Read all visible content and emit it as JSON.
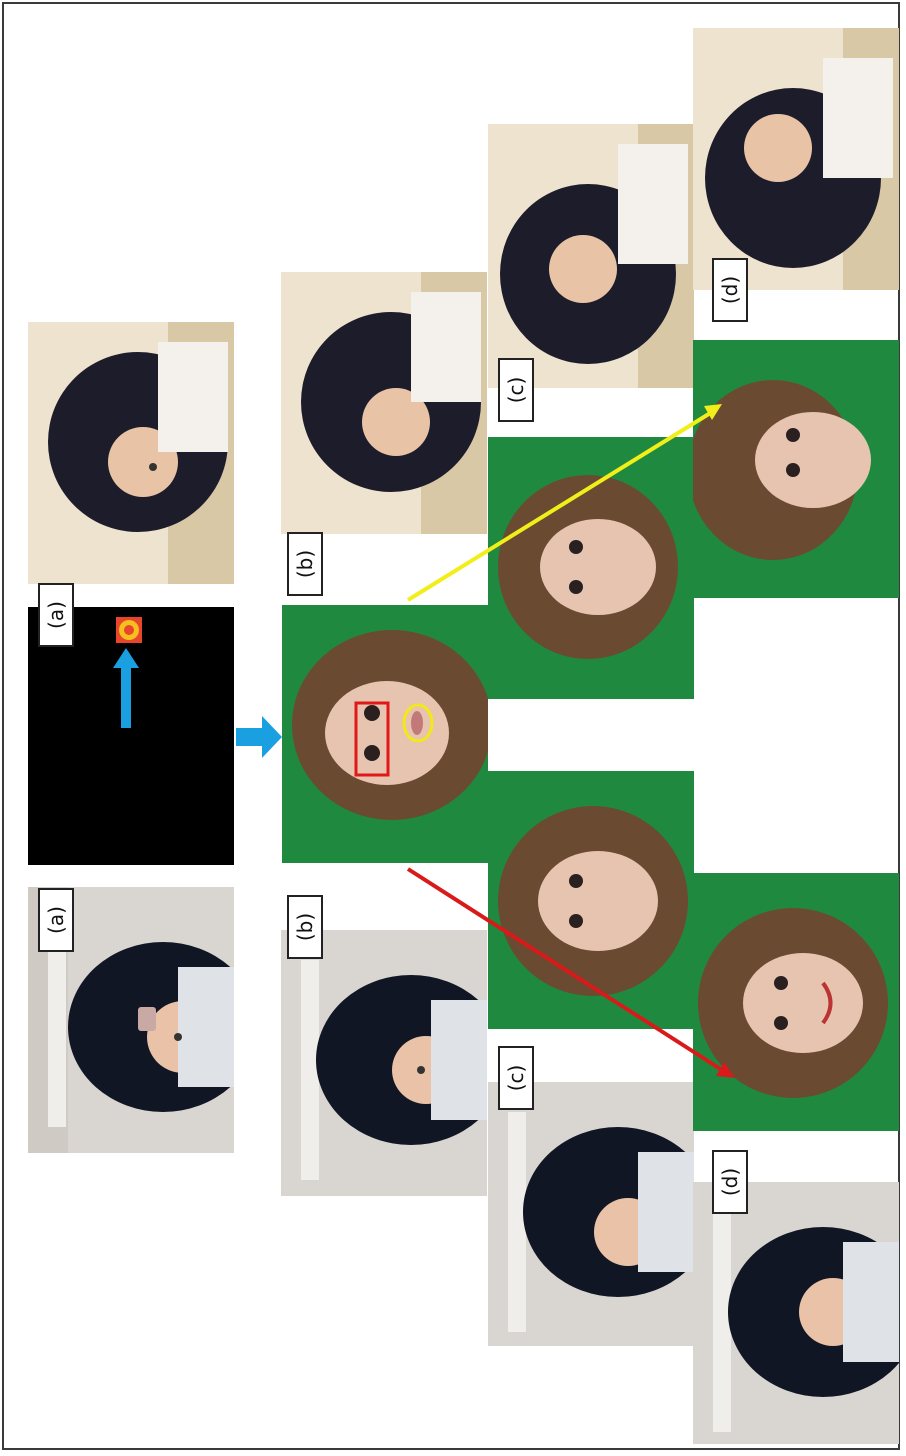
{
  "labels": {
    "row_a_left": "(a)",
    "row_a_right": "(a)",
    "row_b_left": "(b)",
    "row_b_right": "(b)",
    "row_c_left": "(c)",
    "row_c_right": "(c)",
    "row_d_left": "(d)",
    "row_d_right": "(d)"
  },
  "colors": {
    "green_screen": "#1f8a3f",
    "arrow_blue": "#1aa0e0",
    "arrow_red": "#d81a1a",
    "arrow_yellow": "#f2ee1a",
    "eye_box": "#e01818",
    "mouth_ellipse": "#f2e81a"
  },
  "panels": [
    {
      "name": "infant-panel-a",
      "description_icon": "infant-in-car-seat"
    },
    {
      "name": "stimulus-black-panel",
      "description_icon": "spiral-target"
    },
    {
      "name": "infant-panel-a-right",
      "description_icon": "infant-in-car-seat"
    },
    {
      "name": "face-center-panel",
      "description_icon": "woman-face"
    }
  ]
}
